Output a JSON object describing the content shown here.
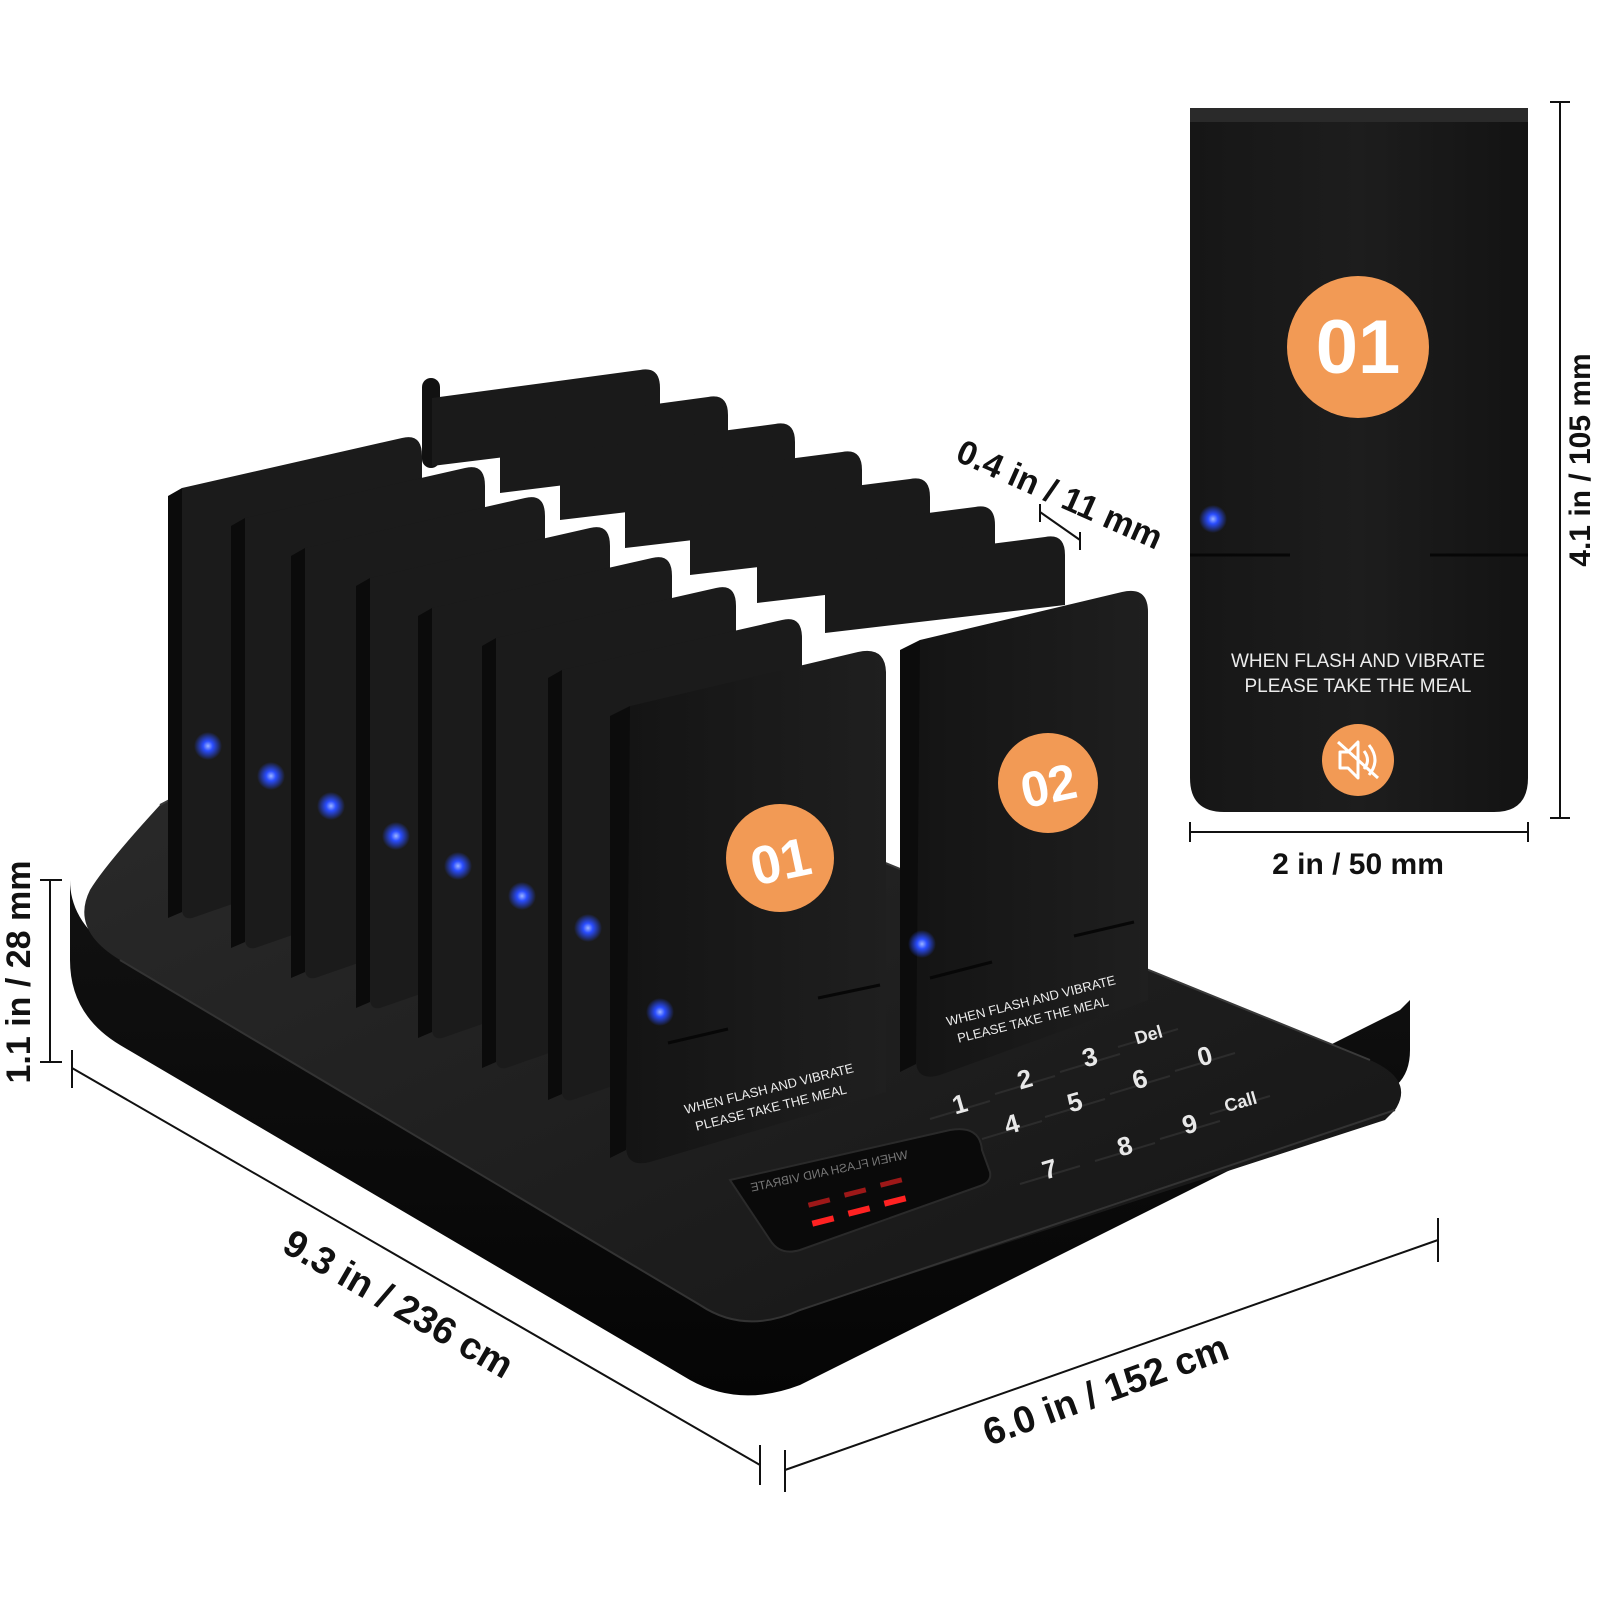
{
  "colors": {
    "pager_body": "#1e1e1e",
    "badge_orange": "#f29a55",
    "led_blue": "#2a4dff",
    "display_red": "#ff2222",
    "dimension_line": "#111111"
  },
  "detail_pager": {
    "number": "01",
    "label_line1": "WHEN FLASH AND VIBRATE",
    "label_line2": "PLEASE TAKE THE MEAL",
    "mute_icon": "speaker-mute-icon"
  },
  "front_pagers": [
    {
      "number": "01",
      "label_line1": "WHEN FLASH AND VIBRATE",
      "label_line2": "PLEASE TAKE THE MEAL"
    },
    {
      "number": "02",
      "label_line1": "WHEN FLASH AND VIBRATE",
      "label_line2": "PLEASE TAKE THE MEAL"
    }
  ],
  "keypad": {
    "keys": [
      "1",
      "2",
      "3",
      "4",
      "5",
      "6",
      "7",
      "8",
      "9",
      "0",
      "Del",
      "Call"
    ]
  },
  "display": {
    "mirror_text": "WHEN FLASH AND VIBRATE"
  },
  "dimensions": {
    "pager_thickness": "0.4 in / 11 mm",
    "pager_height": "4.1 in / 105 mm",
    "pager_width": "2 in / 50 mm",
    "base_height": "1.1 in / 28 mm",
    "base_length": "9.3 in / 236 cm",
    "base_width": "6.0 in / 152 cm"
  }
}
